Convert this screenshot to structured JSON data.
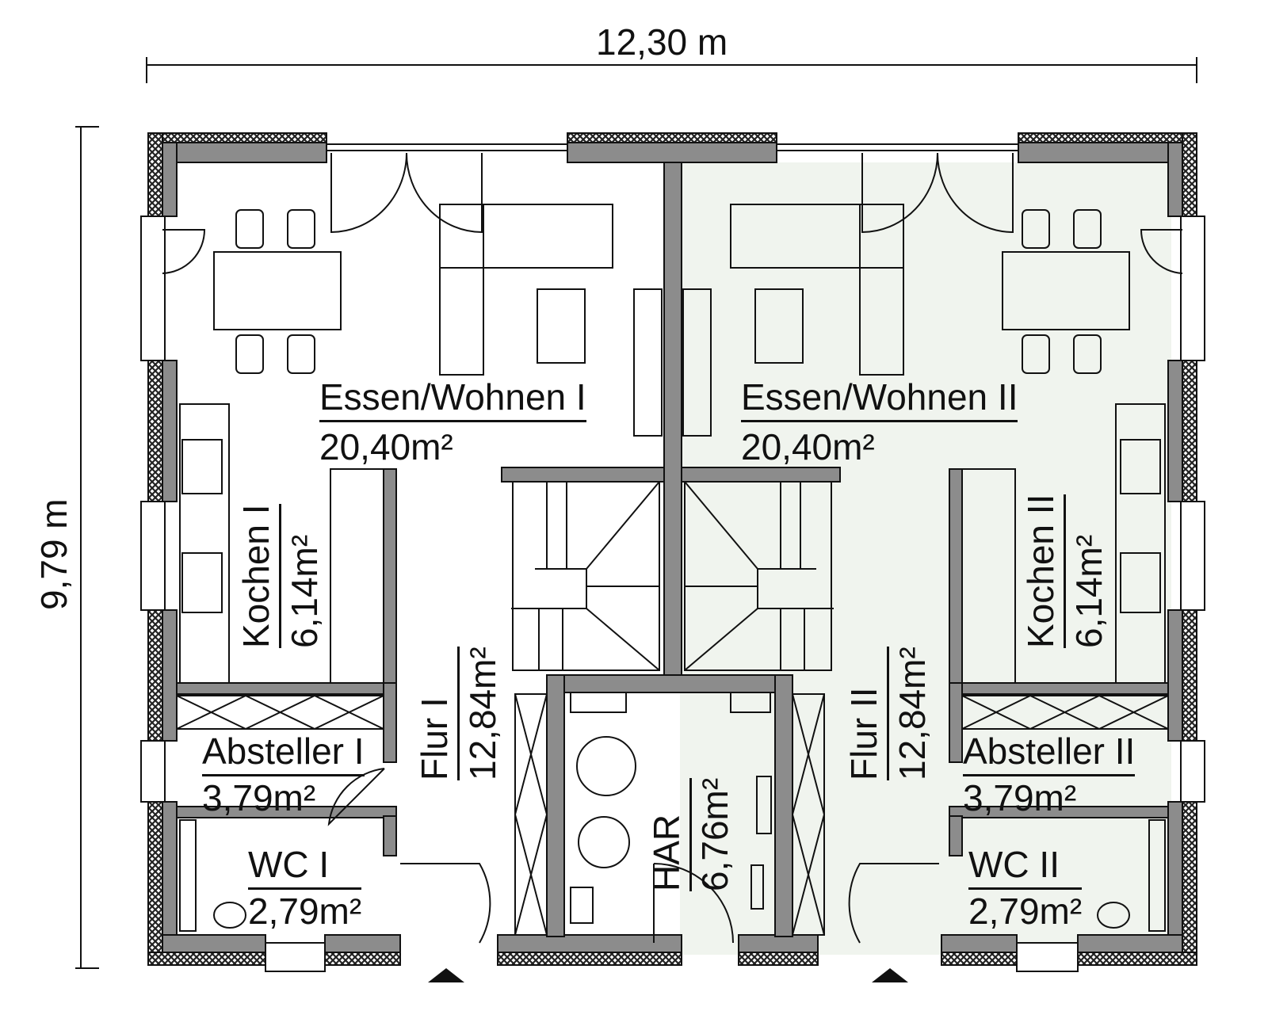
{
  "dimensions": {
    "width_label": "12,30 m",
    "depth_label": "9,79 m"
  },
  "colors": {
    "wall_fill": "#8c8c8c",
    "insulation_hatch": "#222222",
    "unit_two_floor": "#f0f4ee",
    "unit_one_floor": "#ffffff",
    "line": "#111111"
  },
  "rooms": {
    "essen_wohnen_1": {
      "name": "Essen/Wohnen I",
      "area": "20,40m²"
    },
    "essen_wohnen_2": {
      "name": "Essen/Wohnen II",
      "area": "20,40m²"
    },
    "kochen_1": {
      "name": "Kochen I",
      "area": "6,14m²"
    },
    "kochen_2": {
      "name": "Kochen II",
      "area": "6,14m²"
    },
    "flur_1": {
      "name": "Flur I",
      "area": "12,84m²"
    },
    "flur_2": {
      "name": "Flur II",
      "area": "12,84m²"
    },
    "har": {
      "name": "HAR",
      "area": "6,76m²"
    },
    "absteller_1": {
      "name": "Absteller I",
      "area": "3,79m²"
    },
    "absteller_2": {
      "name": "Absteller II",
      "area": "3,79m²"
    },
    "wc_1": {
      "name": "WC I",
      "area": "2,79m²"
    },
    "wc_2": {
      "name": "WC II",
      "area": "2,79m²"
    }
  },
  "entrances": [
    "entrance-unit-1",
    "entrance-unit-2"
  ]
}
